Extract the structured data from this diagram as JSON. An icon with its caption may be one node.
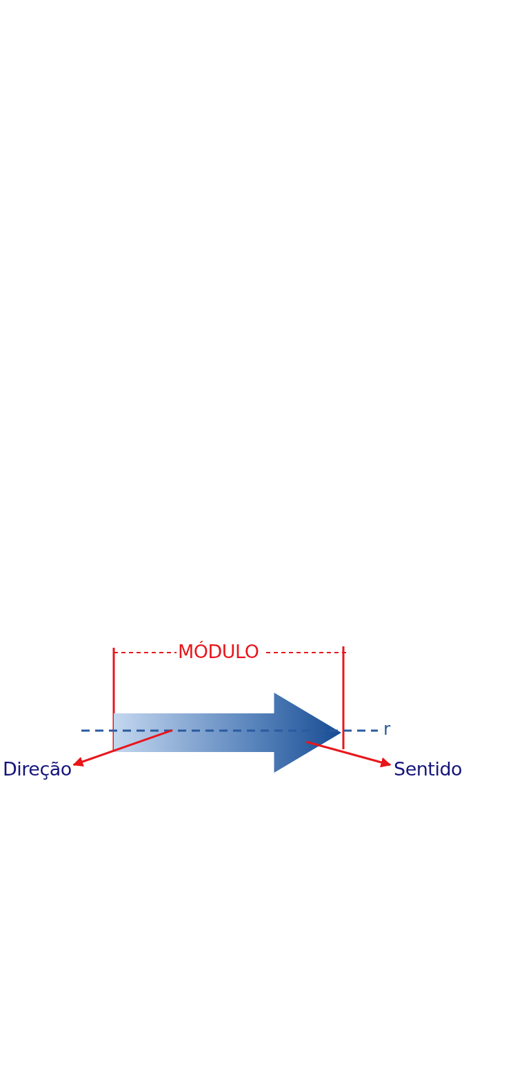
{
  "diagram": {
    "nodes": [
      {
        "text": [],
        "shape": "arrow"
      },
      {
        "text": [
          "Direção"
        ]
      },
      {
        "text": [
          "Sentido"
        ]
      }
    ],
    "edges": [
      {
        "from": 0,
        "to": 1,
        "arrow": "to",
        "color": "#e8161b"
      },
      {
        "from": 0,
        "to": 2,
        "arrow": "to",
        "color": "#e8161b"
      }
    ],
    "labels": [
      "MÓDULO",
      "r"
    ]
  }
}
